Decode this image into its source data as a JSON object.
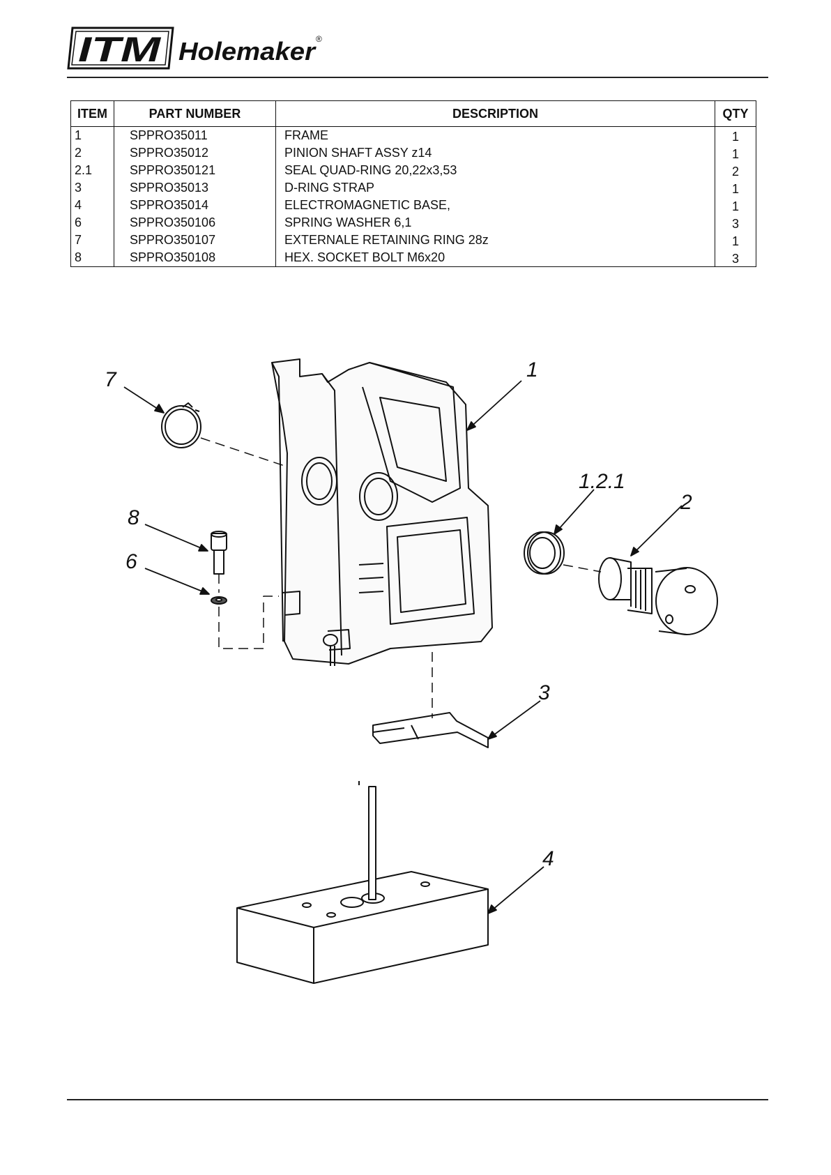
{
  "brand": {
    "logo_text": "ITM",
    "name": "Holemaker",
    "registered": "®"
  },
  "table": {
    "headers": {
      "item": "ITEM",
      "part_number": "PART NUMBER",
      "description": "DESCRIPTION",
      "qty": "QTY"
    },
    "rows": [
      {
        "item": "1",
        "part_number": "SPPRO35011",
        "description": "FRAME",
        "qty": "1"
      },
      {
        "item": "2",
        "part_number": "SPPRO35012",
        "description": "PINION SHAFT ASSY z14",
        "qty": "1"
      },
      {
        "item": "2.1",
        "part_number": "SPPRO350121",
        "description": "SEAL QUAD-RING 20,22x3,53",
        "qty": "2"
      },
      {
        "item": "3",
        "part_number": "SPPRO35013",
        "description": "D-RING STRAP",
        "qty": "1"
      },
      {
        "item": "4",
        "part_number": "SPPRO35014",
        "description": "ELECTROMAGNETIC BASE,",
        "qty": "1"
      },
      {
        "item": "6",
        "part_number": "SPPRO350106",
        "description": "SPRING WASHER 6,1",
        "qty": "3"
      },
      {
        "item": "7",
        "part_number": "SPPRO350107",
        "description": "EXTERNALE RETAINING RING 28z",
        "qty": "1"
      },
      {
        "item": "8",
        "part_number": "SPPRO350108",
        "description": "HEX. SOCKET BOLT M6x20",
        "qty": "3"
      }
    ]
  },
  "diagram": {
    "callouts": {
      "ring": "7",
      "frame": "1",
      "bolt": "8",
      "washer": "6",
      "seal": "1.2.1",
      "pinion": "2",
      "strap": "3",
      "base": "4"
    }
  }
}
